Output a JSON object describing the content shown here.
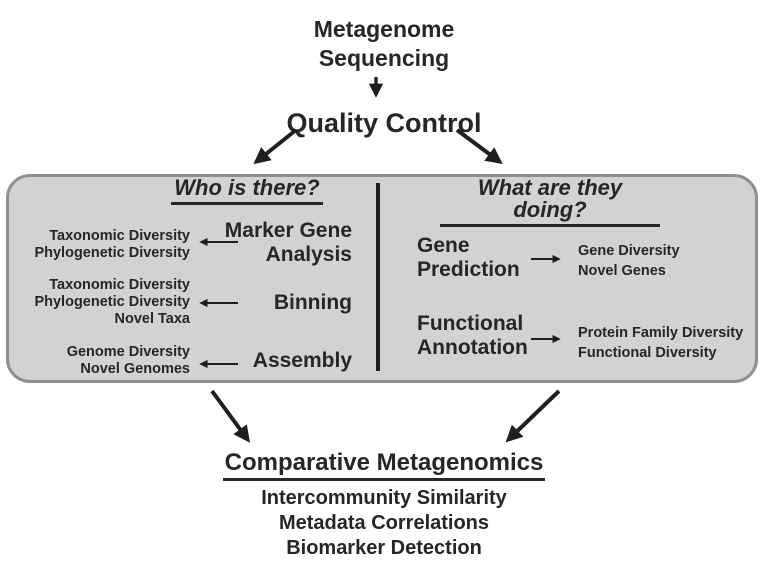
{
  "flow": {
    "title_line1": "Metagenome",
    "title_line2": "Sequencing",
    "quality_control": "Quality Control"
  },
  "box": {
    "left": {
      "heading": "Who is there?",
      "rows": [
        {
          "outputs": [
            "Taxonomic Diversity",
            "Phylogenetic Diversity"
          ],
          "method_lines": [
            "Marker Gene",
            "Analysis"
          ]
        },
        {
          "outputs": [
            "Taxonomic Diversity",
            "Phylogenetic Diversity",
            "Novel Taxa"
          ],
          "method_lines": [
            "Binning"
          ]
        },
        {
          "outputs": [
            "Genome Diversity",
            "Novel Genomes"
          ],
          "method_lines": [
            "Assembly"
          ]
        }
      ]
    },
    "right": {
      "heading": "What are they doing?",
      "rows": [
        {
          "method_lines": [
            "Gene",
            "Prediction"
          ],
          "outputs": [
            "Gene Diversity",
            "Novel Genes"
          ]
        },
        {
          "method_lines": [
            "Functional",
            "Annotation"
          ],
          "outputs": [
            "Protein Family Diversity",
            "Functional Diversity"
          ]
        }
      ]
    }
  },
  "comparative": {
    "heading": "Comparative Metagenomics",
    "items": [
      "Intercommunity Similarity",
      "Metadata Correlations",
      "Biomarker Detection"
    ]
  },
  "icons": {
    "down-arrow-icon": "↓",
    "left-arrow-icon": "←",
    "right-arrow-icon": "→",
    "diagonal-down-left-arrow-icon": "↙",
    "diagonal-down-right-arrow-icon": "↘"
  },
  "colors": {
    "background": "#ffffff",
    "box_fill": "#d2d2d2",
    "box_border": "#8f8f8f",
    "text": "#272525",
    "arrow": "#1f1f1f"
  }
}
